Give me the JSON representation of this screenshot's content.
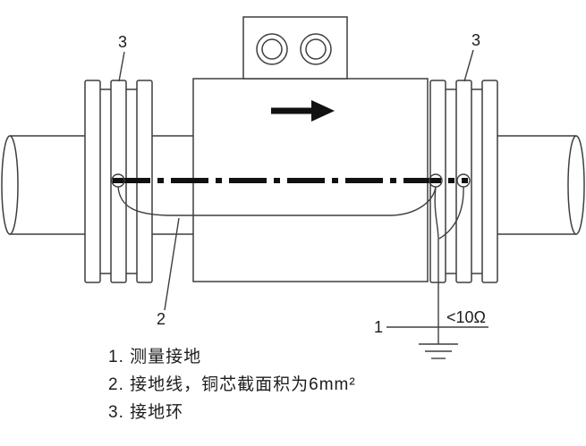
{
  "diagram": {
    "callouts": {
      "ring_left": "3",
      "ring_right": "3",
      "ground_wire": "2",
      "measure_ground": "1",
      "resistance": "<10Ω"
    }
  },
  "legend": {
    "items": [
      "1. 测量接地",
      "2. 接地线，铜芯截面积为6mm²",
      "3. 接地环"
    ]
  },
  "icons": {
    "flow_arrow": "arrow-right-icon",
    "ground": "earth-ground-icon"
  },
  "colors": {
    "line": "#3e3e3e",
    "centerline": "#111111",
    "text": "#1c1c1c",
    "background": "#ffffff"
  }
}
